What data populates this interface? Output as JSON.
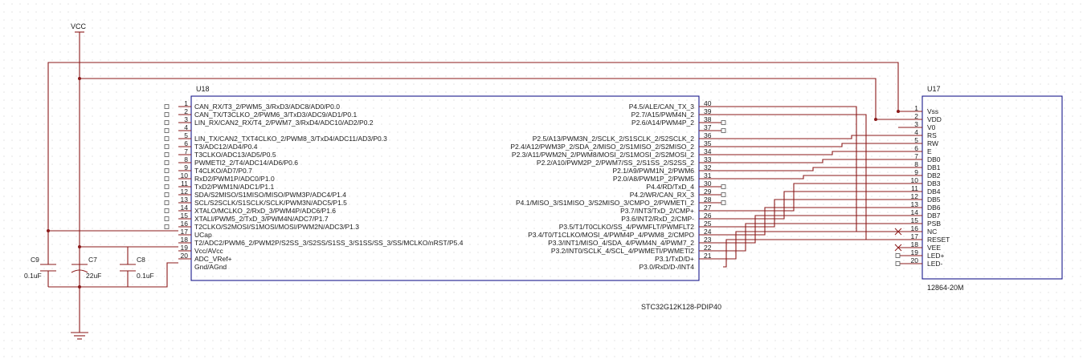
{
  "power": {
    "vcc_label": "VCC"
  },
  "u18": {
    "ref": "U18",
    "part": "STC32G12K128-PDIP40",
    "left_pins": [
      {
        "num": "1",
        "name": "CAN_RX/T3_2/PWM5_3/RxD3/ADC8/AD0/P0.0"
      },
      {
        "num": "2",
        "name": "CAN_TX/T3CLKO_2/PWM6_3/TxD3/ADC9/AD1/P0.1"
      },
      {
        "num": "3",
        "name": "LIN_RX/CAN2_RX/T4_2/PWM7_3/RxD4/ADC10/AD2/P0.2"
      },
      {
        "num": "4",
        "name": ""
      },
      {
        "num": "5",
        "name": "LIN_TX/CAN2_TXT4CLKO_2/PWM8_3/TxD4/ADC11/AD3/P0.3"
      },
      {
        "num": "6",
        "name": "T3/ADC12/AD4/P0.4"
      },
      {
        "num": "7",
        "name": "T3CLKO/ADC13/AD5/P0.5"
      },
      {
        "num": "8",
        "name": "PWMETI2_2/T4/ADC14/AD6/P0.6"
      },
      {
        "num": "9",
        "name": "T4CLKO/AD7/P0.7"
      },
      {
        "num": "10",
        "name": "RxD2/PWM1P/ADC0/P1.0"
      },
      {
        "num": "11",
        "name": "TxD2/PWM1N/ADC1/P1.1"
      },
      {
        "num": "12",
        "name": "SDA/S2MISO/S1MISO/MISO/PWM3P/ADC4/P1.4"
      },
      {
        "num": "13",
        "name": "SCL/S2SCLK/S1SCLK/SCLK/PWM3N/ADC5/P1.5"
      },
      {
        "num": "14",
        "name": "XTALO/MCLKO_2/RxD_3/PWM4P/ADC6/P1.6"
      },
      {
        "num": "15",
        "name": "XTALI/PWM5_2/TxD_3/PWM4N/ADC7/P1.7"
      },
      {
        "num": "16",
        "name": "T2CLKO/S2MOSI/S1MOSI/MOSI/PWM2N/ADC3/P1.3"
      },
      {
        "num": "17",
        "name": "UCap"
      },
      {
        "num": "18",
        "name": "T2/ADC2/PWM6_2/PWM2P/S2SS_3/S2SS/S1SS_3/S1SS/SS_3/SS/MCLKO/nRST/P5.4"
      },
      {
        "num": "19",
        "name": "Vcc/AVcc"
      },
      {
        "num": "20",
        "name": "ADC_VRef+"
      },
      {
        "num": "",
        "name": "Gnd/AGnd"
      }
    ],
    "right_pins": [
      {
        "num": "40",
        "name": "P4.5/ALE/CAN_TX_3"
      },
      {
        "num": "39",
        "name": "P2.7/A15/PWM4N_2"
      },
      {
        "num": "38",
        "name": "P2.6/A14/PWM4P_2"
      },
      {
        "num": "37",
        "name": ""
      },
      {
        "num": "36",
        "name": "P2.5/A13/PWM3N_2/SCLK_2/S1SCLK_2/S2SCLK_2"
      },
      {
        "num": "35",
        "name": "P2.4/A12/PWM3P_2/SDA_2/MISO_2/S1MISO_2/S2MISO_2"
      },
      {
        "num": "34",
        "name": "P2.3/A11/PWM2N_2/PWM8/MOSI_2/S1MOSI_2/S2MOSI_2"
      },
      {
        "num": "33",
        "name": "P2.2/A10/PWM2P_2/PWM7/SS_2/S1SS_2/S2SS_2"
      },
      {
        "num": "32",
        "name": "P2.1/A9/PWM1N_2/PWM6"
      },
      {
        "num": "31",
        "name": "P2.0/A8/PWM1P_2/PWM5"
      },
      {
        "num": "30",
        "name": "P4.4/RD/TxD_4"
      },
      {
        "num": "29",
        "name": "P4.2/WR/CAN_RX_3"
      },
      {
        "num": "28",
        "name": "P4.1/MISO_3/S1MISO_3/S2MISO_3/CMPO_2/PWMETI_2"
      },
      {
        "num": "27",
        "name": "P3.7/INT3/TxD_2/CMP+"
      },
      {
        "num": "26",
        "name": "P3.6/INT2/RxD_2/CMP-"
      },
      {
        "num": "25",
        "name": "P3.5/T1/T0CLKO/SS_4/PWMFLT/PWMFLT2"
      },
      {
        "num": "24",
        "name": "P3.4/T0/T1CLKO/MOSI_4/PWM4P_4/PWM8_2/CMPO"
      },
      {
        "num": "23",
        "name": "P3.3/INT1/MISO_4/SDA_4/PWM4N_4/PWM7_2"
      },
      {
        "num": "22",
        "name": "P3.2/INT0/SCLK_4/SCL_4/PWMETI/PWMETI2"
      },
      {
        "num": "21",
        "name": "P3.1/TxD/D+"
      },
      {
        "num": "",
        "name": "P3.0/RxD/D-/INT4"
      }
    ]
  },
  "u17": {
    "ref": "U17",
    "part": "12864-20M",
    "pins": [
      {
        "num": "1",
        "name": "Vss"
      },
      {
        "num": "2",
        "name": "VDD"
      },
      {
        "num": "3",
        "name": "V0"
      },
      {
        "num": "4",
        "name": "RS"
      },
      {
        "num": "5",
        "name": "RW"
      },
      {
        "num": "6",
        "name": "E"
      },
      {
        "num": "7",
        "name": "DB0"
      },
      {
        "num": "8",
        "name": "DB1"
      },
      {
        "num": "9",
        "name": "DB2"
      },
      {
        "num": "10",
        "name": "DB3"
      },
      {
        "num": "11",
        "name": "DB4"
      },
      {
        "num": "12",
        "name": "DB5"
      },
      {
        "num": "13",
        "name": "DB6"
      },
      {
        "num": "14",
        "name": "DB7"
      },
      {
        "num": "15",
        "name": "PSB"
      },
      {
        "num": "16",
        "name": "NC"
      },
      {
        "num": "17",
        "name": "RESET"
      },
      {
        "num": "18",
        "name": "VEE"
      },
      {
        "num": "19",
        "name": "LED+"
      },
      {
        "num": "20",
        "name": "LED-"
      }
    ]
  },
  "caps": [
    {
      "ref": "C9",
      "value": "0.1uF"
    },
    {
      "ref": "C7",
      "value": "22uF"
    },
    {
      "ref": "C8",
      "value": "0.1uF"
    }
  ]
}
